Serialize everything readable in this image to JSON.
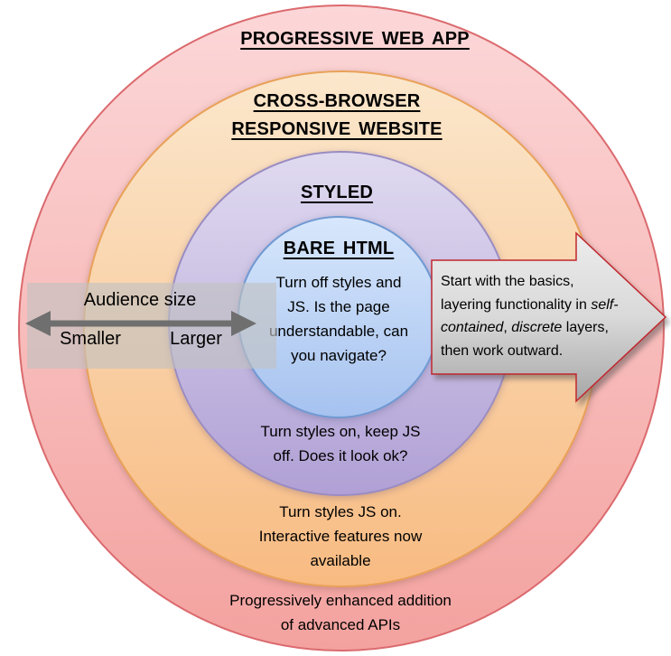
{
  "rings": [
    {
      "name": "progressive-web-app",
      "title": "PROGRESSIVE WEB APP",
      "note": "Progressively enhanced addition\nof advanced APIs",
      "fill_top": "#fcd7d8",
      "fill_bottom": "#f3a29f",
      "border_color": "#db6a6e"
    },
    {
      "name": "cross-browser-responsive-website",
      "title": "CROSS-BROWSER\nRESPONSIVE WEBSITE",
      "note": "Turn styles JS on.\nInteractive features now\navailable",
      "fill_top": "#fbe7cc",
      "fill_bottom": "#f8bb82",
      "border_color": "#e9a158"
    },
    {
      "name": "styled",
      "title": "STYLED",
      "note": "Turn styles on, keep JS\noff. Does it look ok?",
      "fill_top": "#e0daf0",
      "fill_bottom": "#b0a0d5",
      "border_color": "#9a8cc2"
    },
    {
      "name": "bare-html",
      "title": "BARE HTML",
      "note": "Turn off styles and\nJS. Is the page\nunderstandable, can\nyou navigate?",
      "fill_top": "#d7e7fc",
      "fill_bottom": "#a6c2ef",
      "border_color": "#7099d2"
    }
  ],
  "audience_scale": {
    "label": "Audience size",
    "min_label": "Smaller",
    "max_label": "Larger",
    "arrow_color": "#6f6f6f",
    "overlay_color": "rgba(194,194,193,0.63)"
  },
  "process_arrow": {
    "part1": "Start with the basics,\nlayering functionality in ",
    "italic1": "self-\ncontained",
    "part2": ", ",
    "italic2": "discrete",
    "part3": " layers,\nthen work outward.",
    "fill_top": "#ececec",
    "fill_bottom": "#a6a6a6",
    "border_color": "#c1272d"
  }
}
